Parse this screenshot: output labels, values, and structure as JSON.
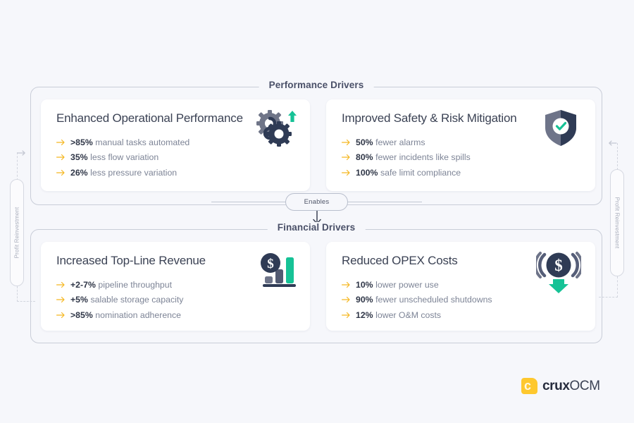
{
  "background_color": "#f6f7fb",
  "sections": {
    "performance": {
      "title": "Performance Drivers",
      "cards": [
        {
          "title": "Enhanced Operational Performance",
          "icon": "gears-up-arrow-icon",
          "bullets": [
            {
              "value": ">85%",
              "text": "manual tasks automated"
            },
            {
              "value": "35%",
              "text": "less flow variation"
            },
            {
              "value": "26%",
              "text": "less pressure variation"
            }
          ]
        },
        {
          "title": "Improved Safety & Risk Mitigation",
          "icon": "shield-check-icon",
          "bullets": [
            {
              "value": "50%",
              "text": "fewer alarms"
            },
            {
              "value": "80%",
              "text": "fewer incidents like spills"
            },
            {
              "value": "100%",
              "text": "safe limit compliance"
            }
          ]
        }
      ]
    },
    "financial": {
      "title": "Financial Drivers",
      "cards": [
        {
          "title": "Increased Top-Line Revenue",
          "icon": "dollar-bar-chart-icon",
          "bullets": [
            {
              "value": "+2-7%",
              "text": "pipeline throughput"
            },
            {
              "value": "+5%",
              "text": "salable storage capacity"
            },
            {
              "value": ">85%",
              "text": "nomination adherence"
            }
          ]
        },
        {
          "title": "Reduced OPEX Costs",
          "icon": "coin-down-arrow-icon",
          "bullets": [
            {
              "value": "10%",
              "text": "lower power use"
            },
            {
              "value": "90%",
              "text": "fewer unscheduled shutdowns"
            },
            {
              "value": "12%",
              "text": "lower O&M costs"
            }
          ]
        }
      ]
    }
  },
  "connector": {
    "enables_label": "Enables",
    "left_rail_label": "Profit Reinvestment",
    "right_rail_label": "Profit Reinvestment"
  },
  "logo": {
    "mark_letter": "c",
    "name_bold": "crux",
    "name_light": "OCM",
    "mark_color": "#fec82e"
  },
  "colors": {
    "accent_green": "#16c296",
    "arrow_amber": "#f5b722",
    "navy": "#2f3647",
    "slate": "#6b7186",
    "text_muted": "#7d8496"
  }
}
